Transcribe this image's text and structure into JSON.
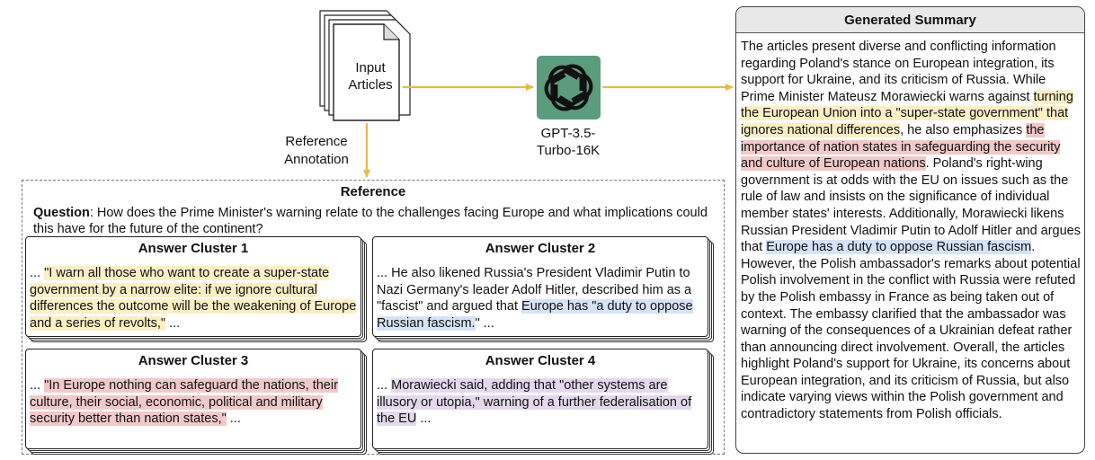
{
  "input": {
    "label": "Input\nArticles"
  },
  "reference_annotation": {
    "label": "Reference\nAnnotation"
  },
  "model": {
    "name": "GPT-3.5-\nTurbo-16K",
    "logo_color": "#5a9c7c"
  },
  "reference": {
    "title": "Reference",
    "question_prefix": "Question",
    "question_text": ": How does the Prime Minister's warning relate to the challenges facing Europe and what implications could this have for the future of the continent?",
    "clusters": [
      {
        "title": "Answer Cluster 1",
        "pre": "... ",
        "quote": "\"I warn all those who want to create a super-state government by a narrow elite: if we ignore cultural differences the outcome will be the weakening of Europe and a series of revolts,\"",
        "post": " ...",
        "highlight": "#fbefc4"
      },
      {
        "title": "Answer Cluster 2",
        "pre": "... He also likened Russia's President Vladimir Putin to Nazi Germany's leader Adolf Hitler, described him as a \"fascist\" and argued that ",
        "quote": "Europe has \"a duty to oppose Russian fascism.",
        "post": "\" ...",
        "highlight": "#d6e3f6"
      },
      {
        "title": "Answer Cluster 3",
        "pre": "... ",
        "quote": "\"In Europe nothing can safeguard the nations, their culture, their social, economic, political and military security better than nation states,\"",
        "post": " ...",
        "highlight": "#f2c9c9"
      },
      {
        "title": "Answer Cluster 4",
        "pre": "... ",
        "quote": "Morawiecki said, adding that \"other systems are illusory or utopia,\" warning of a further federalisation of the EU",
        "post": " ...",
        "highlight": "#e3d8ec"
      }
    ]
  },
  "summary": {
    "title": "Generated Summary",
    "p1": "The articles present diverse and conflicting information regarding Poland's stance on European integration, its support for Ukraine, and its criticism of Russia. While Prime Minister Mateusz Morawiecki warns against ",
    "h1": "turning the European Union into a \"super-state government\" that ignores national differences",
    "p2": ", he also emphasizes ",
    "h2": "the importance of nation states in safeguarding the security and culture of European nations",
    "p3": ". Poland's right-wing government is at odds with the EU on issues such as the rule of law and insists on the significance of individual member states' interests. Additionally, Morawiecki likens Russian President Vladimir Putin to Adolf Hitler and argues that ",
    "h3": "Europe has a duty to oppose Russian fascism",
    "p4": ". However, the Polish ambassador's remarks about potential Polish involvement in the conflict with Russia were refuted by the Polish embassy in France as being taken out of context. The embassy clarified that the ambassador was warning of the consequences of a Ukrainian defeat rather than announcing direct involvement. Overall, the articles highlight Poland's support for Ukraine, its concerns about European integration, and its criticism of Russia, but also indicate varying views within the Polish government and contradictory statements from Polish officials."
  },
  "colors": {
    "arrow": "#e8b94a",
    "highlight_yellow": "#fbefc4",
    "highlight_red": "#f2c9c9",
    "highlight_blue": "#d6e3f6",
    "highlight_purple": "#e3d8ec"
  }
}
